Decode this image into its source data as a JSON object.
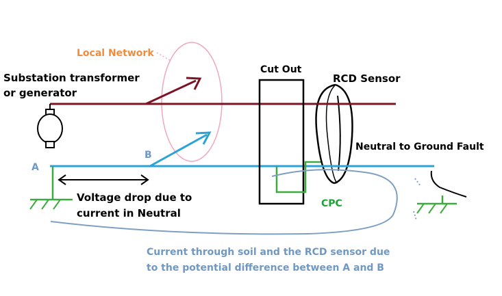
{
  "labels": {
    "local_network": "Local Network",
    "substation_line1": "Substation transformer",
    "substation_line2": "or generator",
    "cut_out": "Cut Out",
    "rcd_sensor": "RCD Sensor",
    "neutral_fault": "Neutral to Ground Fault",
    "point_a": "A",
    "point_b": "B",
    "cpc": "CPC",
    "voltage_drop_line1": "Voltage drop due to",
    "voltage_drop_line2": "current in  Neutral",
    "soil_current_line1": "Current through soil and the RCD sensor due",
    "soil_current_line2": "to the potential difference between A and B"
  },
  "colors": {
    "live": "#7b1524",
    "neutral": "#2aa3d6",
    "earth": "#3caa3c",
    "network": "#f0a8bc",
    "network_text": "#f08c3c",
    "soil_path": "#7f9fc2",
    "point_text": "#6f98c4",
    "cpc_text": "#22a03a",
    "ink": "#000000"
  }
}
